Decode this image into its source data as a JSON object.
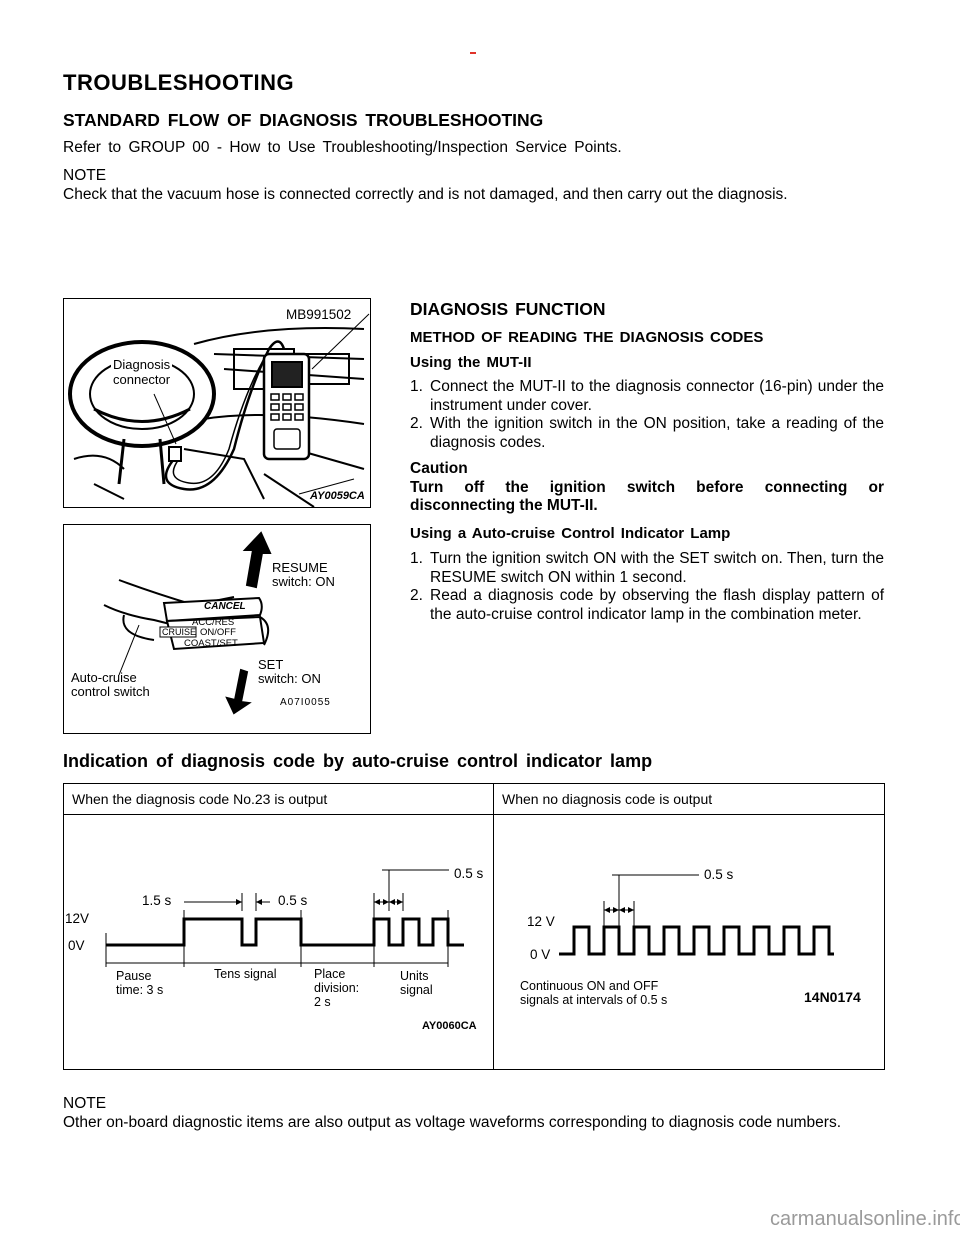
{
  "heading": "TROUBLESHOOTING",
  "standard_flow": {
    "title": "STANDARD FLOW OF DIAGNOSIS TROUBLESHOOTING",
    "reference": "Refer to GROUP 00 - How to Use Troubleshooting/Inspection Service Points.",
    "note_label": "NOTE",
    "note_text": "Check that the vacuum hose is connected correctly and is not damaged, and then carry out the diagnosis."
  },
  "figure1": {
    "label_tool": "MB991502",
    "label_connector_1": "Diagnosis",
    "label_connector_2": "connector",
    "code": "AY0059CA"
  },
  "figure2": {
    "resume_1": "RESUME",
    "resume_2": "switch: ON",
    "set_1": "SET",
    "set_2": "switch: ON",
    "switch_1": "Auto-cruise",
    "switch_2": "control switch",
    "lever_cancel": "CANCEL",
    "lever_acc": "ACC/RES",
    "lever_cruise": "CRUISE",
    "lever_onoff": "ON/OFF",
    "lever_coast": "COAST/SET",
    "code": "A07I0055"
  },
  "diagnosis_function": {
    "title": "DIAGNOSIS FUNCTION",
    "method_title": "METHOD OF READING THE DIAGNOSIS CODES",
    "using_mut": "Using the MUT-II",
    "mut_steps": [
      {
        "num": "1.",
        "text": "Connect the MUT-II to the diagnosis connector (16-pin) under the instrument under cover."
      },
      {
        "num": "2.",
        "text": "With the ignition switch in the ON position, take a reading of the diagnosis codes."
      }
    ],
    "caution_label": "Caution",
    "caution_line1": "Turn off the ignition switch before connecting or",
    "caution_line2": "disconnecting the MUT-II.",
    "using_lamp": "Using a Auto-cruise Control Indicator Lamp",
    "lamp_steps": [
      {
        "num": "1.",
        "text": "Turn the ignition switch ON with the SET switch on. Then, turn the RESUME switch ON within 1 second."
      },
      {
        "num": "2.",
        "text": "Read a diagnosis code by observing the flash display pattern of the auto-cruise control indicator lamp in the combination meter."
      }
    ]
  },
  "indication": {
    "title": "Indication of diagnosis code by auto-cruise control indicator lamp",
    "col_left": "When the diagnosis code No.23 is output",
    "col_right": "When no diagnosis code is output",
    "left": {
      "v12": "12V",
      "v0": "0V",
      "t_pause": "1.5 s",
      "t_short": "0.5 s",
      "t_units": "0.5 s",
      "pause_1": "Pause",
      "pause_2": "time: 3 s",
      "tens": "Tens signal",
      "place_1": "Place",
      "place_2": "division:",
      "place_3": "2 s",
      "units_1": "Units",
      "units_2": "signal",
      "code": "AY0060CA"
    },
    "right": {
      "v12": "12 V",
      "v0": "0 V",
      "t": "0.5 s",
      "desc_1": "Continuous ON and OFF",
      "desc_2": "signals at intervals of 0.5 s",
      "code": "14N0174"
    }
  },
  "bottom_note": {
    "label": "NOTE",
    "text": "Other on-board diagnostic items are also output as voltage waveforms corresponding to diagnosis code numbers."
  },
  "footer": "carmanualsonline.info"
}
